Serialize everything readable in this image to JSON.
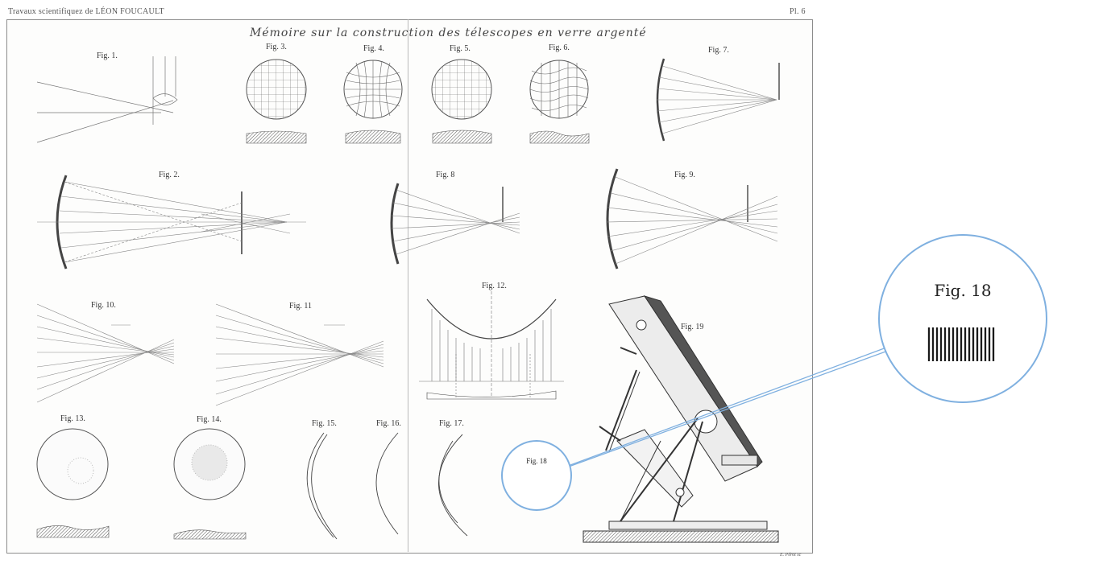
{
  "header": {
    "left": "Travaux scientifiquez de LÉON FOUCAULT",
    "right": "Pl. 6"
  },
  "plate": {
    "title": "Mémoire sur la construction des télescopes en verre argenté",
    "engraver": "E. Pérot sc"
  },
  "figures": {
    "fig1": "Fig. 1.",
    "fig2": "Fig. 2.",
    "fig3": "Fig. 3.",
    "fig4": "Fig. 4.",
    "fig5": "Fig. 5.",
    "fig6": "Fig. 6.",
    "fig7": "Fig. 7.",
    "fig8": "Fig. 8",
    "fig9": "Fig. 9.",
    "fig10": "Fig. 10.",
    "fig11": "Fig. 11",
    "fig12": "Fig. 12.",
    "fig13": "Fig. 13.",
    "fig14": "Fig. 14.",
    "fig15": "Fig. 15.",
    "fig16": "Fig. 16.",
    "fig17": "Fig. 17.",
    "fig18": "Fig. 18",
    "fig19": "Fig. 19"
  },
  "magnifier": {
    "label": "Fig. 18",
    "accent_color": "#7fb0e0"
  }
}
